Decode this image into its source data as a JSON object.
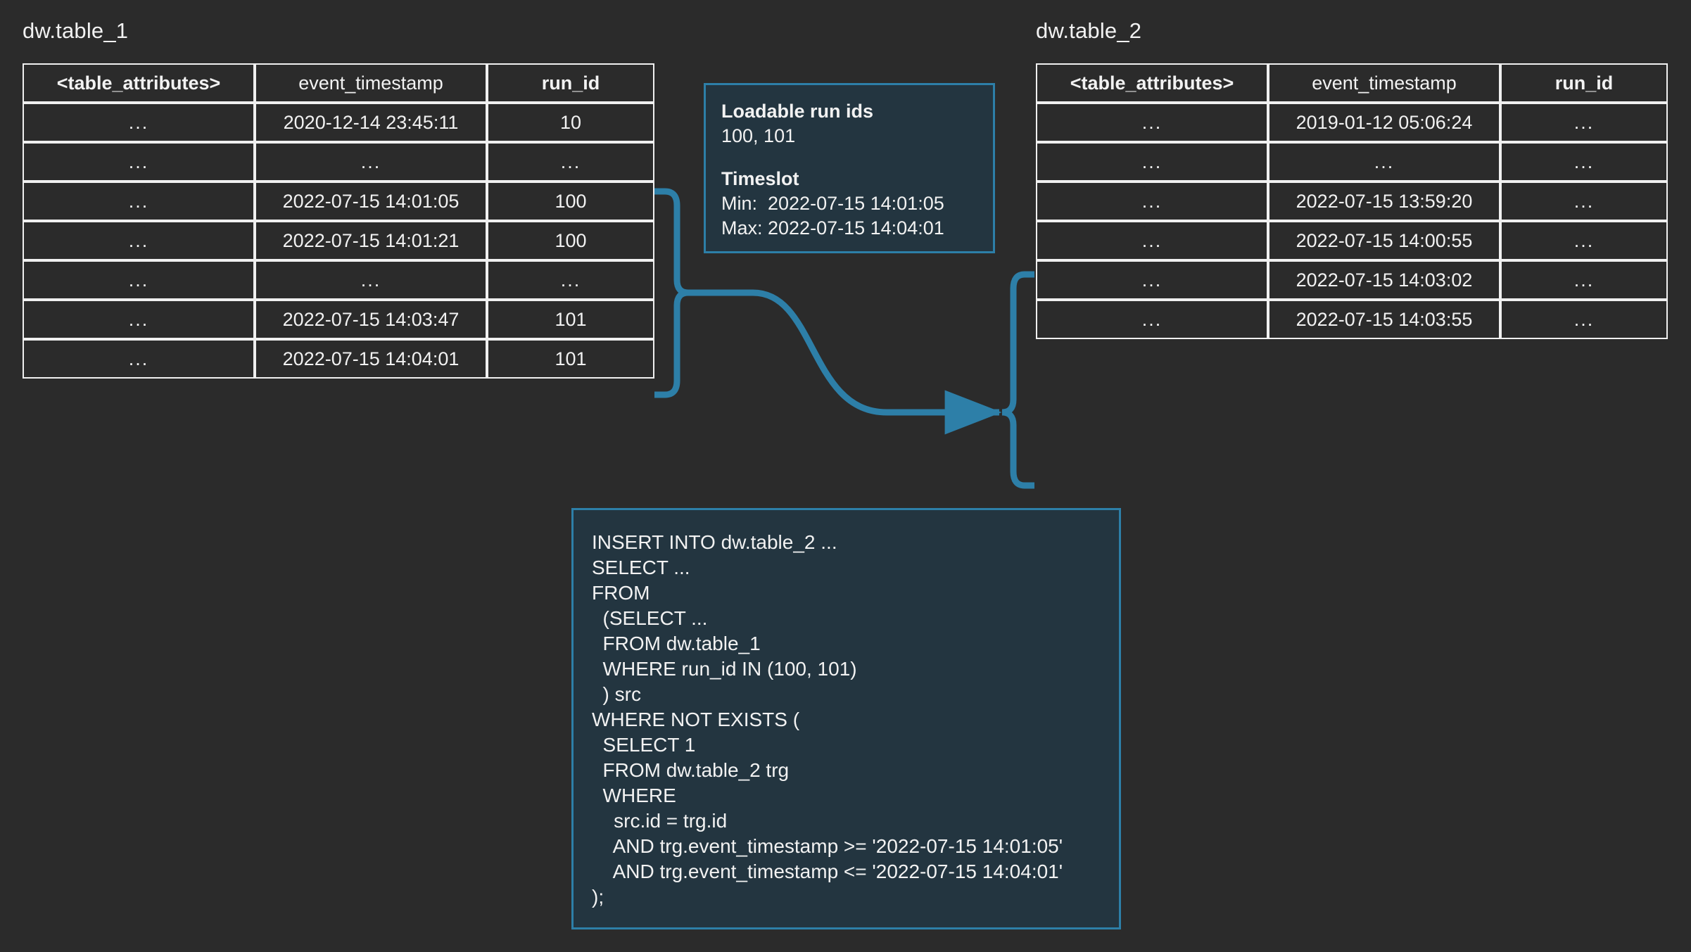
{
  "theme": {
    "background": "#2b2b2b",
    "text": "#f2f2f2",
    "table_border": "#f0f0f0",
    "accent": "#2d7fa8",
    "box_fill": "#233540"
  },
  "source_table": {
    "title": "dw.table_1",
    "columns": [
      "<table_attributes>",
      "event_timestamp",
      "run_id"
    ],
    "rows": [
      [
        "...",
        "2020-12-14 23:45:11",
        "10"
      ],
      [
        "...",
        "...",
        "..."
      ],
      [
        "...",
        "2022-07-15 14:01:05",
        "100"
      ],
      [
        "...",
        "2022-07-15 14:01:21",
        "100"
      ],
      [
        "...",
        "...",
        "..."
      ],
      [
        "...",
        "2022-07-15 14:03:47",
        "101"
      ],
      [
        "...",
        "2022-07-15 14:04:01",
        "101"
      ]
    ]
  },
  "target_table": {
    "title": "dw.table_2",
    "columns": [
      "<table_attributes>",
      "event_timestamp",
      "run_id"
    ],
    "rows": [
      [
        "...",
        "2019-01-12 05:06:24",
        "..."
      ],
      [
        "...",
        "...",
        "..."
      ],
      [
        "...",
        "2022-07-15 13:59:20",
        "..."
      ],
      [
        "...",
        "2022-07-15 14:00:55",
        "..."
      ],
      [
        "...",
        "2022-07-15 14:03:02",
        "..."
      ],
      [
        "...",
        "2022-07-15 14:03:55",
        "..."
      ]
    ]
  },
  "info_box": {
    "runs_heading": "Loadable run ids",
    "runs_value": "100, 101",
    "timeslot_heading": "Timeslot",
    "timeslot_min": "Min:  2022-07-15 14:01:05",
    "timeslot_max": "Max: 2022-07-15 14:04:01"
  },
  "sql_box": {
    "lines": [
      "INSERT INTO dw.table_2 ...",
      "SELECT ...",
      "FROM",
      "  (SELECT ...",
      "  FROM dw.table_1",
      "  WHERE run_id IN (100, 101)",
      "  ) src",
      "WHERE NOT EXISTS (",
      "  SELECT 1",
      "  FROM dw.table_2 trg",
      "  WHERE",
      "    src.id = trg.id",
      "    AND trg.event_timestamp >= '2022-07-15 14:01:05'",
      "    AND trg.event_timestamp <= '2022-07-15 14:04:01'",
      ");"
    ]
  },
  "connector": {
    "name": "source-to-target-flow-arrow",
    "color": "#2d7fa8",
    "arrow_direction": "right"
  }
}
